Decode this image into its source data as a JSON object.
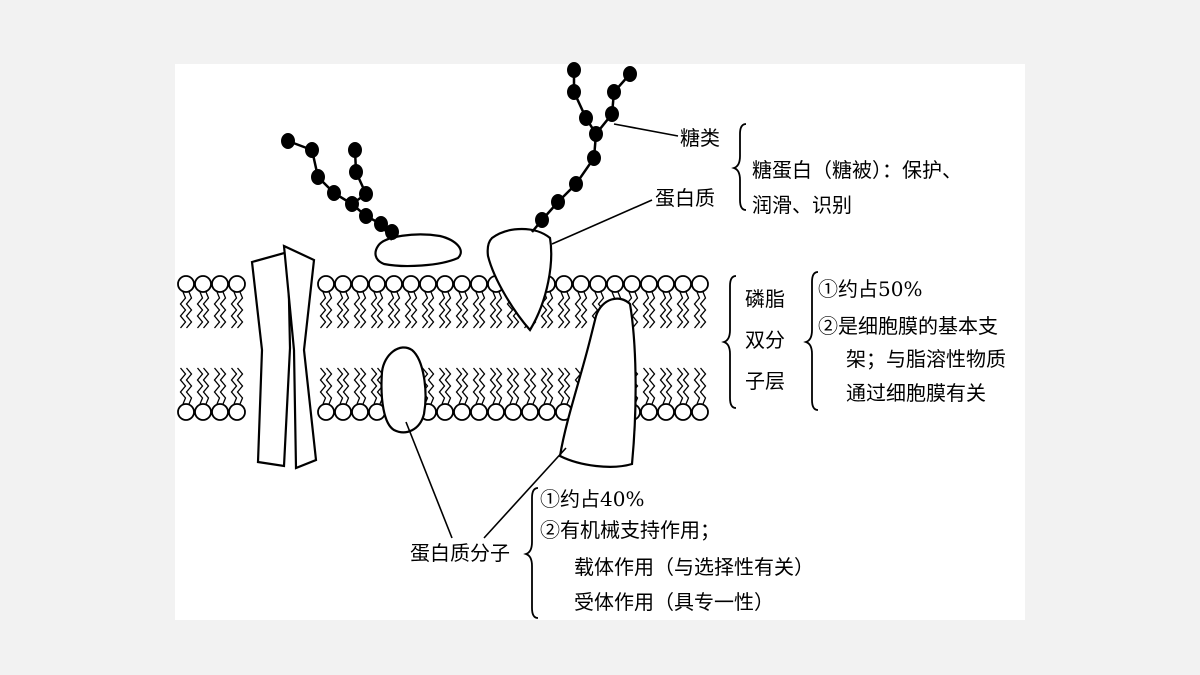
{
  "colors": {
    "background": "#f2f2f2",
    "panel": "#ffffff",
    "ink": "#000000"
  },
  "labels": {
    "sugar": "糖类",
    "protein": "蛋白质",
    "glycoprotein_1": "糖蛋白（糖被）：保护、",
    "glycoprotein_2": "润滑、识别",
    "lipid_name_1": "磷脂",
    "lipid_name_2": "双分",
    "lipid_name_3": "子层",
    "lipid_note_1": "①约占50%",
    "lipid_note_2": "②是细胞膜的基本支",
    "lipid_note_3": "架；与脂溶性物质",
    "lipid_note_4": "通过细胞膜有关",
    "protein_molecule": "蛋白质分子",
    "protein_note_1": "①约占40%",
    "protein_note_2": "②有机械支持作用；",
    "protein_note_3": "载体作用（与选择性有关）",
    "protein_note_4": "受体作用（具专一性）"
  }
}
